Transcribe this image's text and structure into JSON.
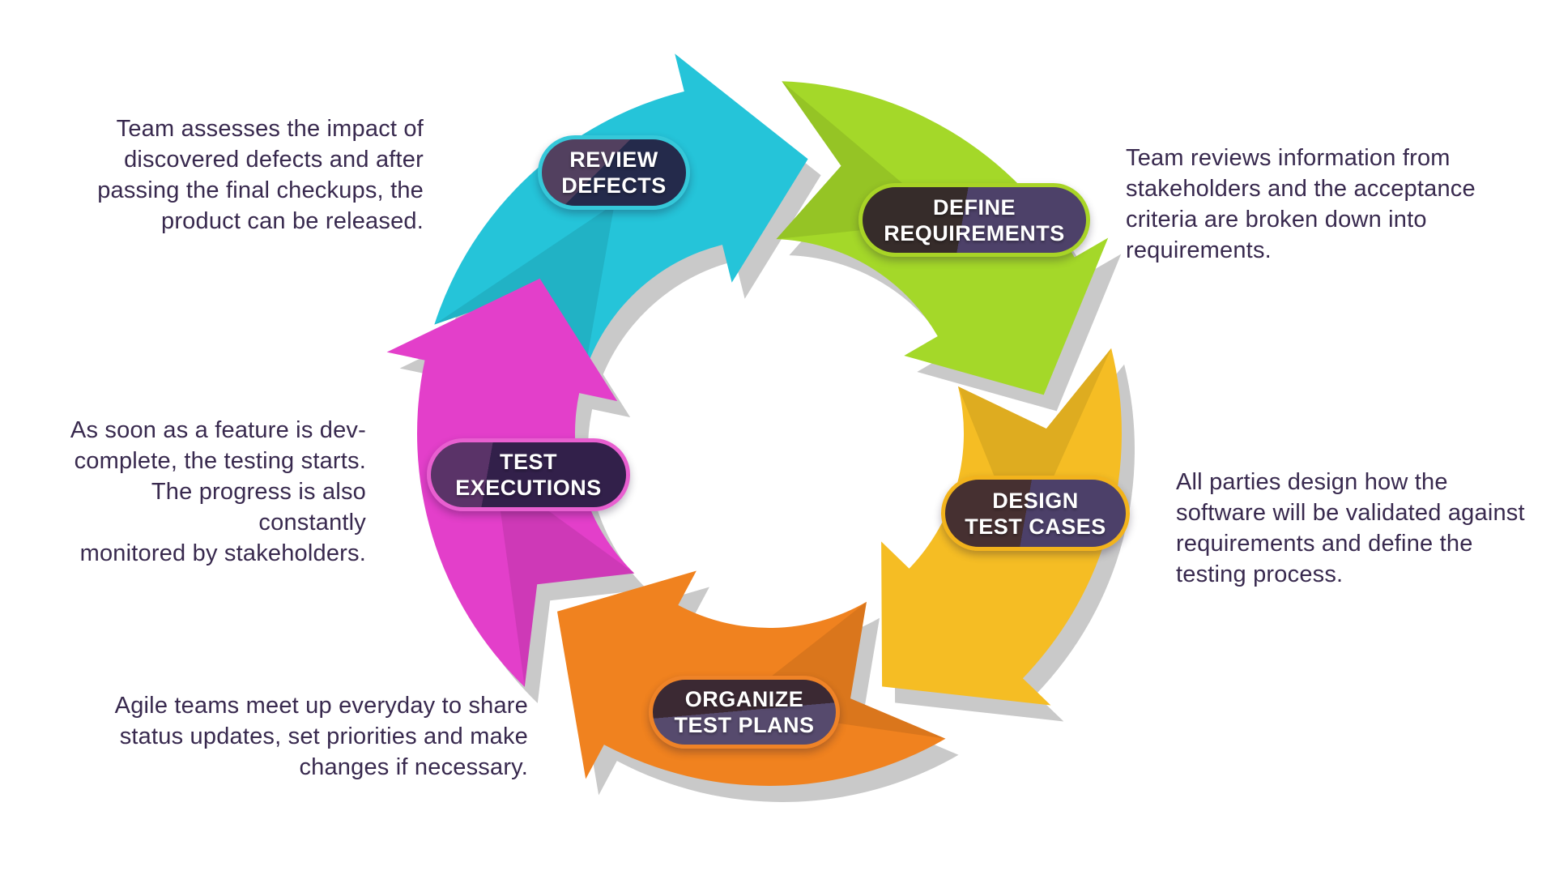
{
  "page": {
    "background_color": "#ffffff"
  },
  "diagram": {
    "shadow_color": "#c9c9c9",
    "text_color": "#38294e",
    "label_text_color": "#ffffff",
    "steps": [
      {
        "id": "review-defects",
        "label": "REVIEW\nDEFECTS",
        "description": "Team assesses the impact of\ndiscovered defects and after\npassing the final checkups, the\nproduct can be released.",
        "arrow_color": "#25c4d9",
        "pill_border": "#35c8d9",
        "pill_fill_a": "#52405f",
        "pill_fill_b": "#242a4b"
      },
      {
        "id": "define-requirements",
        "label": "DEFINE\nREQUIREMENTS",
        "description": "Team reviews information from\nstakeholders and the acceptance\ncriteria are broken down into\nrequirements.",
        "arrow_color": "#a4d829",
        "pill_border": "#a8d426",
        "pill_fill_a": "#362c2a",
        "pill_fill_b": "#4d4169"
      },
      {
        "id": "design-test-cases",
        "label": "DESIGN\nTEST CASES",
        "description": "All parties design how the\nsoftware will be validated against\nrequirements and define the\ntesting process.",
        "arrow_color": "#f5bd24",
        "pill_border": "#f2b31c",
        "pill_fill_a": "#463031",
        "pill_fill_b": "#4c4069"
      },
      {
        "id": "organize-test-plans",
        "label": "ORGANIZE\nTEST PLANS",
        "description": "Agile teams meet up everyday to share\nstatus updates, set priorities and make\nchanges if necessary.",
        "arrow_color": "#f0821f",
        "pill_border": "#ef8327",
        "pill_fill_a": "#3b2933",
        "pill_fill_b": "#564a6d"
      },
      {
        "id": "test-executions",
        "label": "TEST\nEXECUTIONS",
        "description": "As soon as a feature is dev-\ncomplete, the testing starts.\nThe progress is also constantly\nmonitored by stakeholders.",
        "arrow_color": "#e33fca",
        "pill_border": "#e85fd0",
        "pill_fill_a": "#5a3368",
        "pill_fill_b": "#32204a"
      }
    ]
  }
}
